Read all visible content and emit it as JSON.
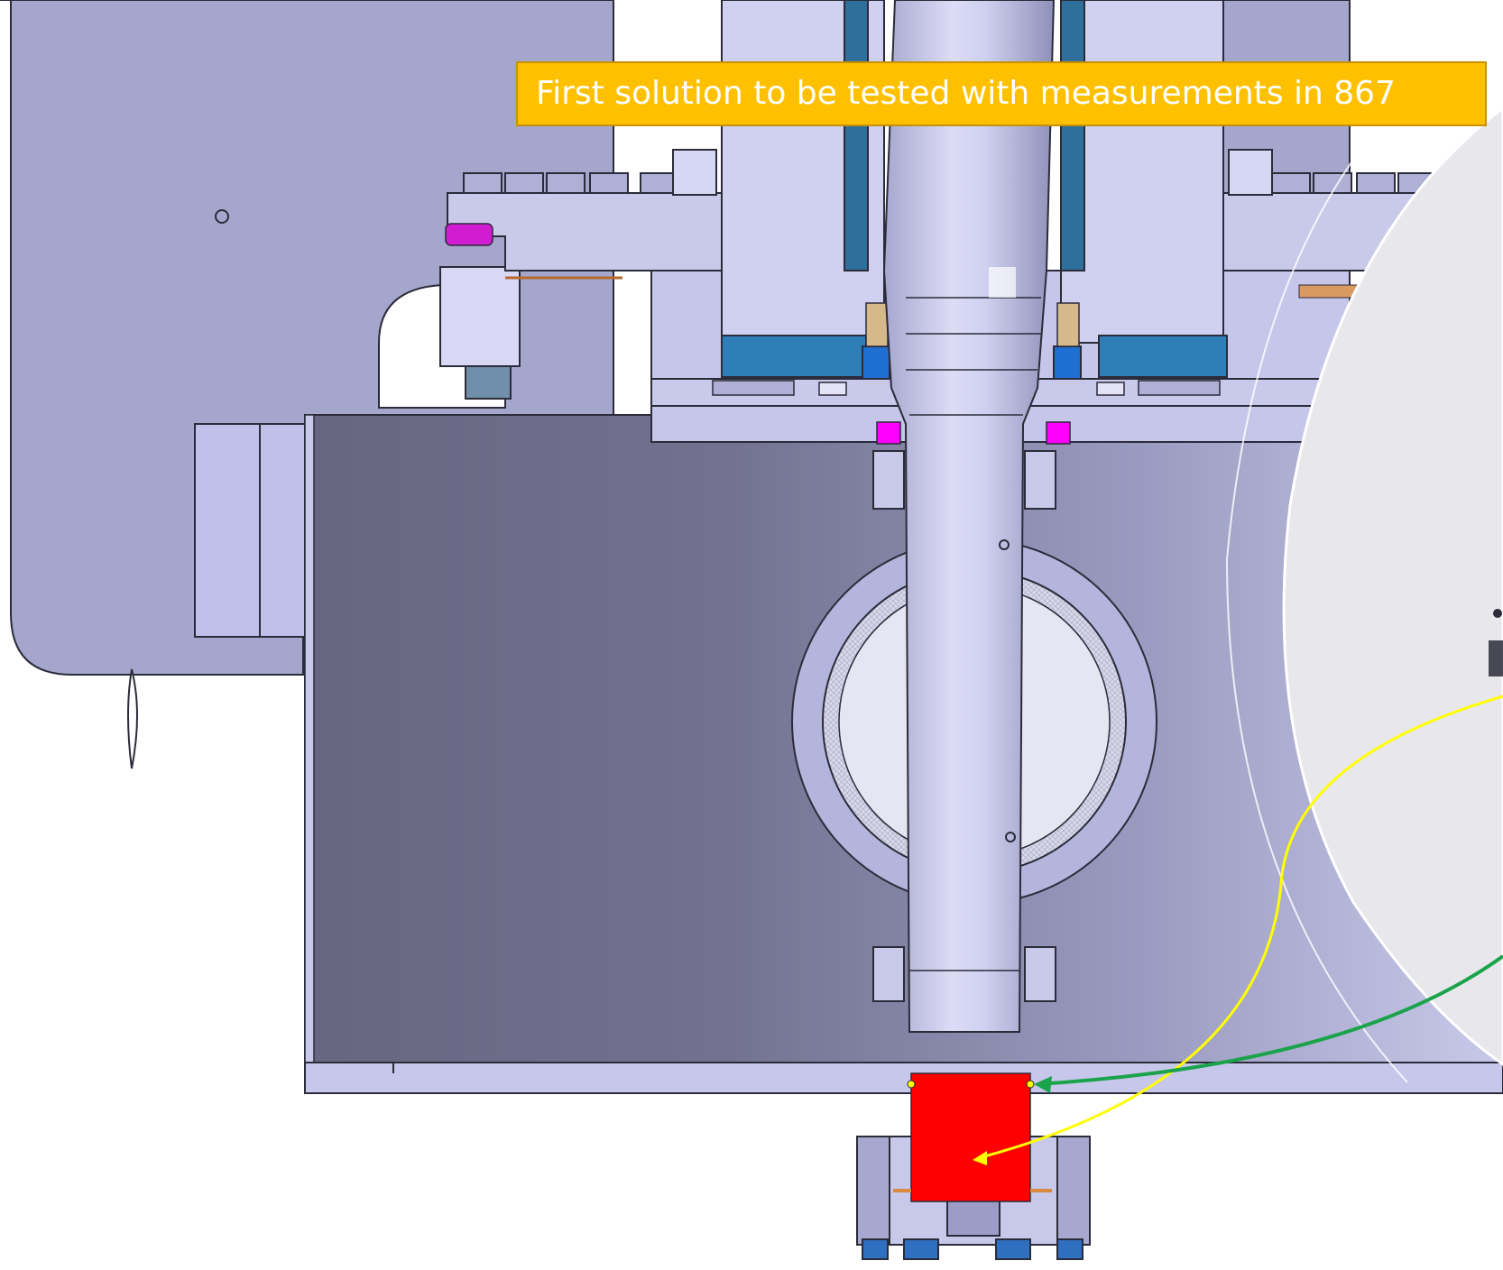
{
  "callout": {
    "text": "First solution to be tested with measurements in 867"
  },
  "colors": {
    "background": "#ffffff",
    "housing": "#a5a6cc",
    "part_light": "#cfd0f0",
    "part_dark": "#6a6a80",
    "outline": "#2b2b3a",
    "callout_fill": "#ffc000",
    "callout_text": "#ffffff",
    "highlight_red": "#ff0000",
    "marker_magenta": "#ff00ff",
    "seal_blue": "#2e7fb8",
    "arrow_yellow": "#ffff00",
    "arrow_green": "#1aa34a",
    "overlay_grey": "#e8e8ec"
  },
  "icons": [
    "red-block-highlight",
    "magenta-marker",
    "yellow-arrow",
    "green-arrow"
  ]
}
